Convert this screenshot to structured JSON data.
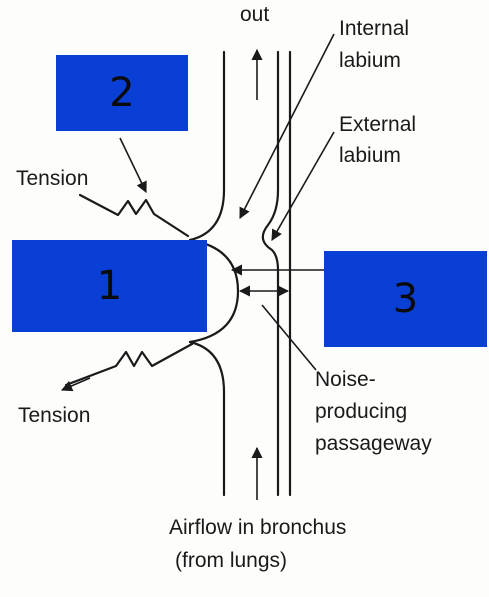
{
  "labels": {
    "out": "out",
    "internal_labium": [
      "Internal",
      "labium"
    ],
    "external_labium": [
      "External",
      "labium"
    ],
    "tension_top": "Tension",
    "tension_bottom": "Tension",
    "noise_passageway": [
      "Noise-",
      "producing",
      "passageway"
    ],
    "airflow": [
      "Airflow in bronchus",
      "(from lungs)"
    ]
  },
  "overlay_boxes": [
    {
      "number": "2"
    },
    {
      "number": "1"
    },
    {
      "number": "3"
    }
  ],
  "colors": {
    "overlay_box": "#0a3fd6",
    "line": "#1a1a1a",
    "background": "#fdfdfb"
  }
}
